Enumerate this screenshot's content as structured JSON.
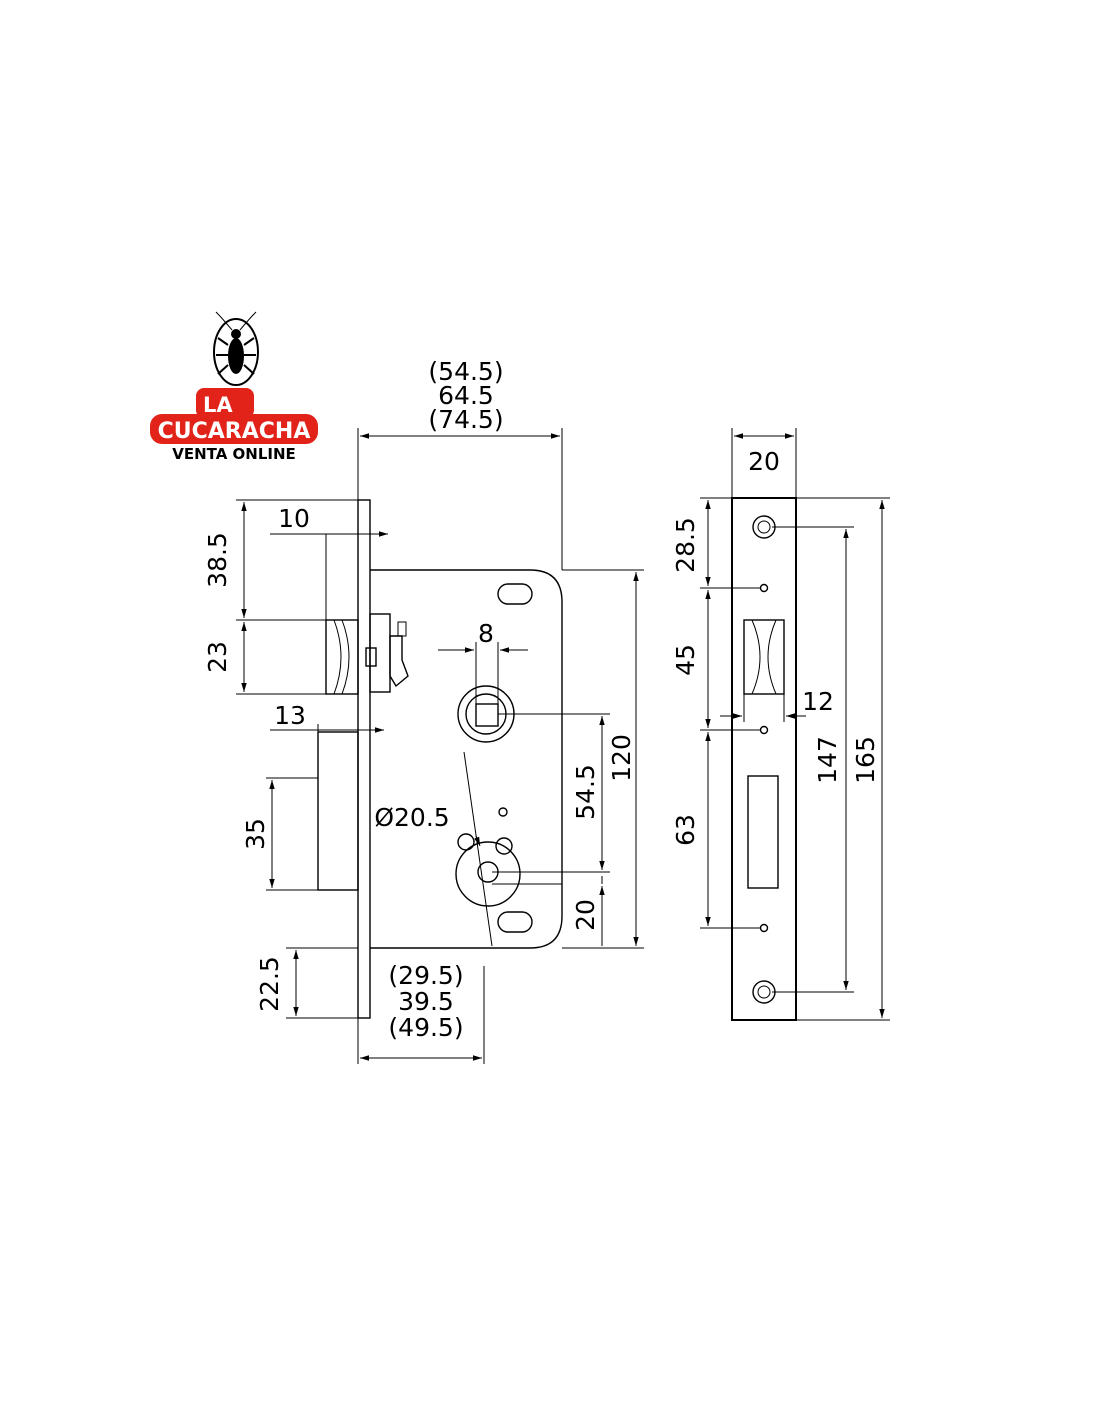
{
  "logo": {
    "line1": "LA",
    "line2": "CUCARACHA",
    "line3": "VENTA ONLINE",
    "icon": "cockroach-icon",
    "brand_color": "#e2231a"
  },
  "dimensions": {
    "top_backset": {
      "a": "(54.5)",
      "b": "64.5",
      "c": "(74.5)"
    },
    "bottom_backset": {
      "a": "(29.5)",
      "b": "39.5",
      "c": "(49.5)"
    },
    "latch_offset": "10",
    "bolt_offset": "13",
    "latch_top": "38.5",
    "latch_height": "23",
    "bolt_height": "35",
    "bottom_gap": "22.5",
    "spindle_size": "8",
    "cylinder_dia": "Ø20.5",
    "spindle_to_cyl": "54.5",
    "case_height": "120",
    "cyl_to_bottom": "20",
    "faceplate_width": "20",
    "fp_top": "28.5",
    "fp_latch": "45",
    "fp_width_slot": "12",
    "fp_bolt": "63",
    "fp_holes": "147",
    "fp_total": "165"
  }
}
